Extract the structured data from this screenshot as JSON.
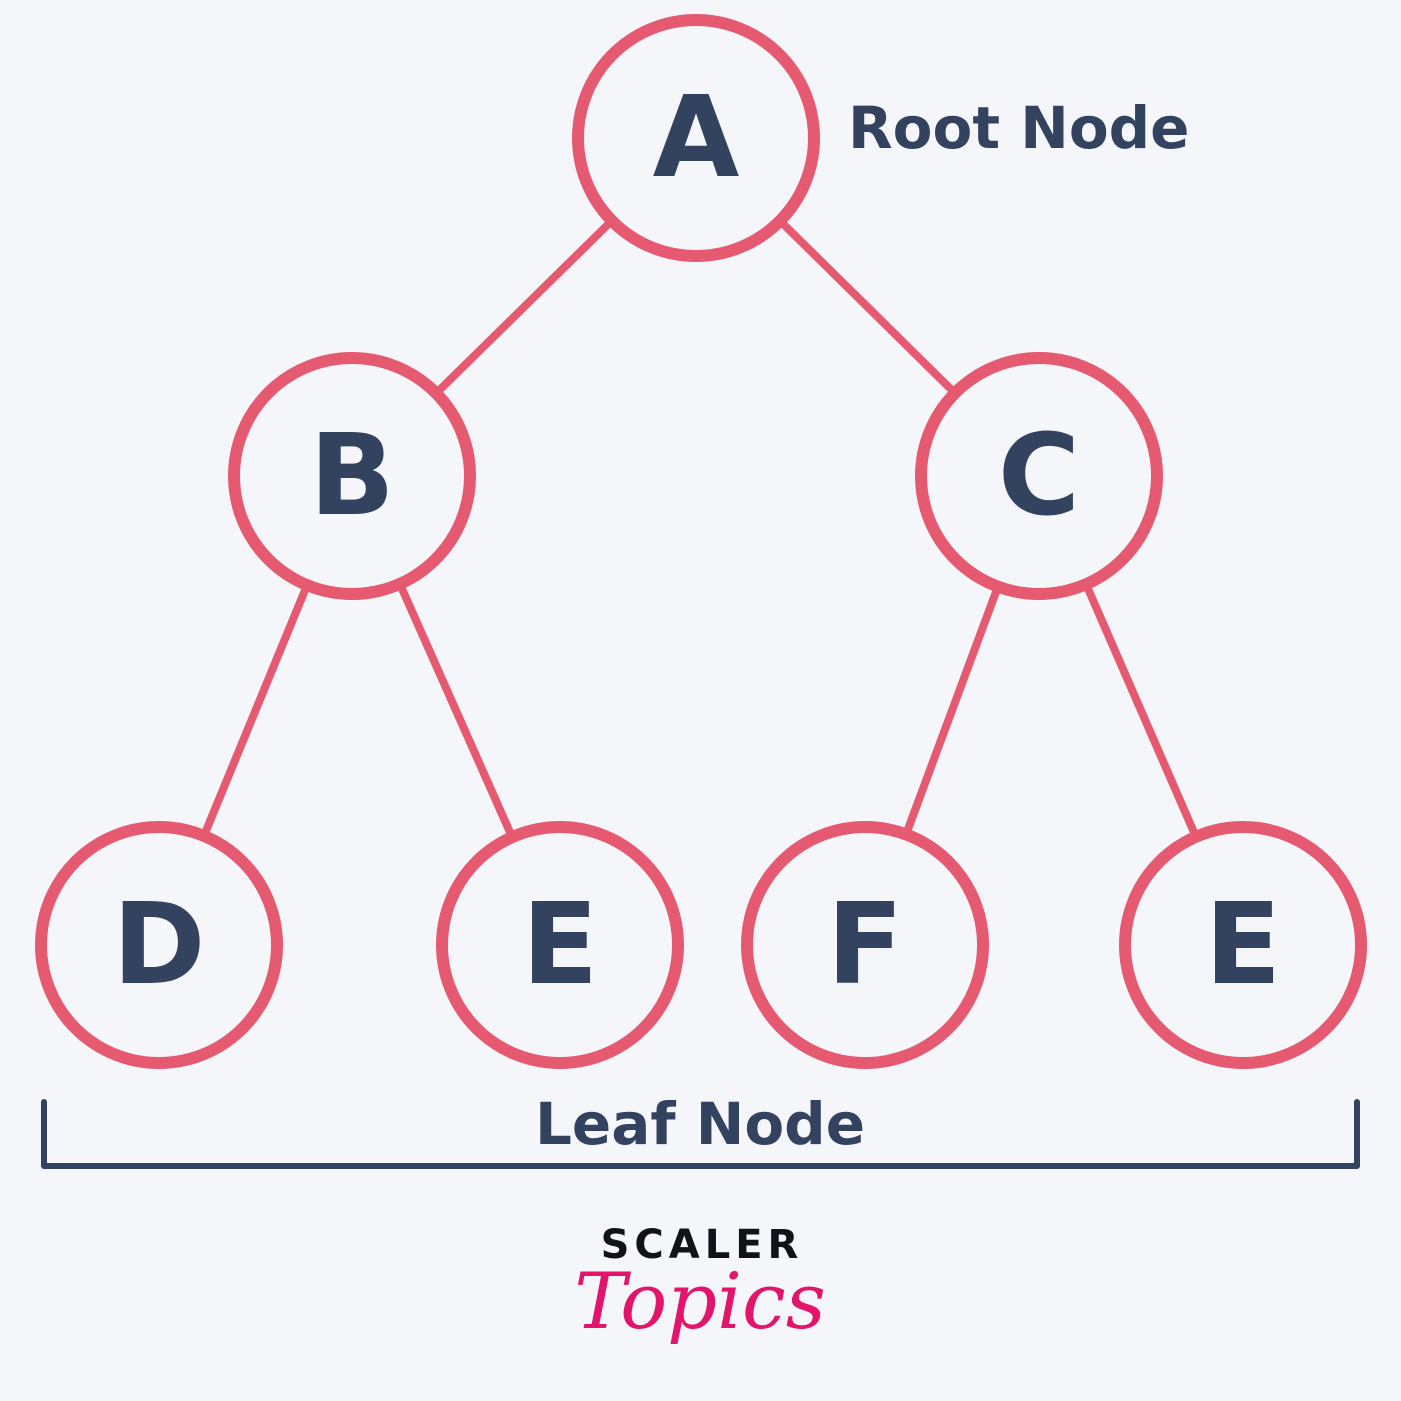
{
  "colors": {
    "background": "#f5f6fa",
    "node_stroke": "#e55a71",
    "edge": "#e55a71",
    "text": "#32425f",
    "brand_top": "#111319",
    "brand_bottom": "#e2156b"
  },
  "tree": {
    "nodes": {
      "a": {
        "label": "A"
      },
      "b": {
        "label": "B"
      },
      "c": {
        "label": "C"
      },
      "d": {
        "label": "D"
      },
      "e1": {
        "label": "E"
      },
      "f": {
        "label": "F"
      },
      "e2": {
        "label": "E"
      }
    },
    "edges": [
      [
        "a",
        "b"
      ],
      [
        "a",
        "c"
      ],
      [
        "b",
        "d"
      ],
      [
        "b",
        "e1"
      ],
      [
        "c",
        "f"
      ],
      [
        "c",
        "e2"
      ]
    ]
  },
  "annotations": {
    "root_label": "Root Node",
    "leaf_label": "Leaf Node"
  },
  "brand": {
    "top": "SCALER",
    "bottom": "Topics"
  }
}
